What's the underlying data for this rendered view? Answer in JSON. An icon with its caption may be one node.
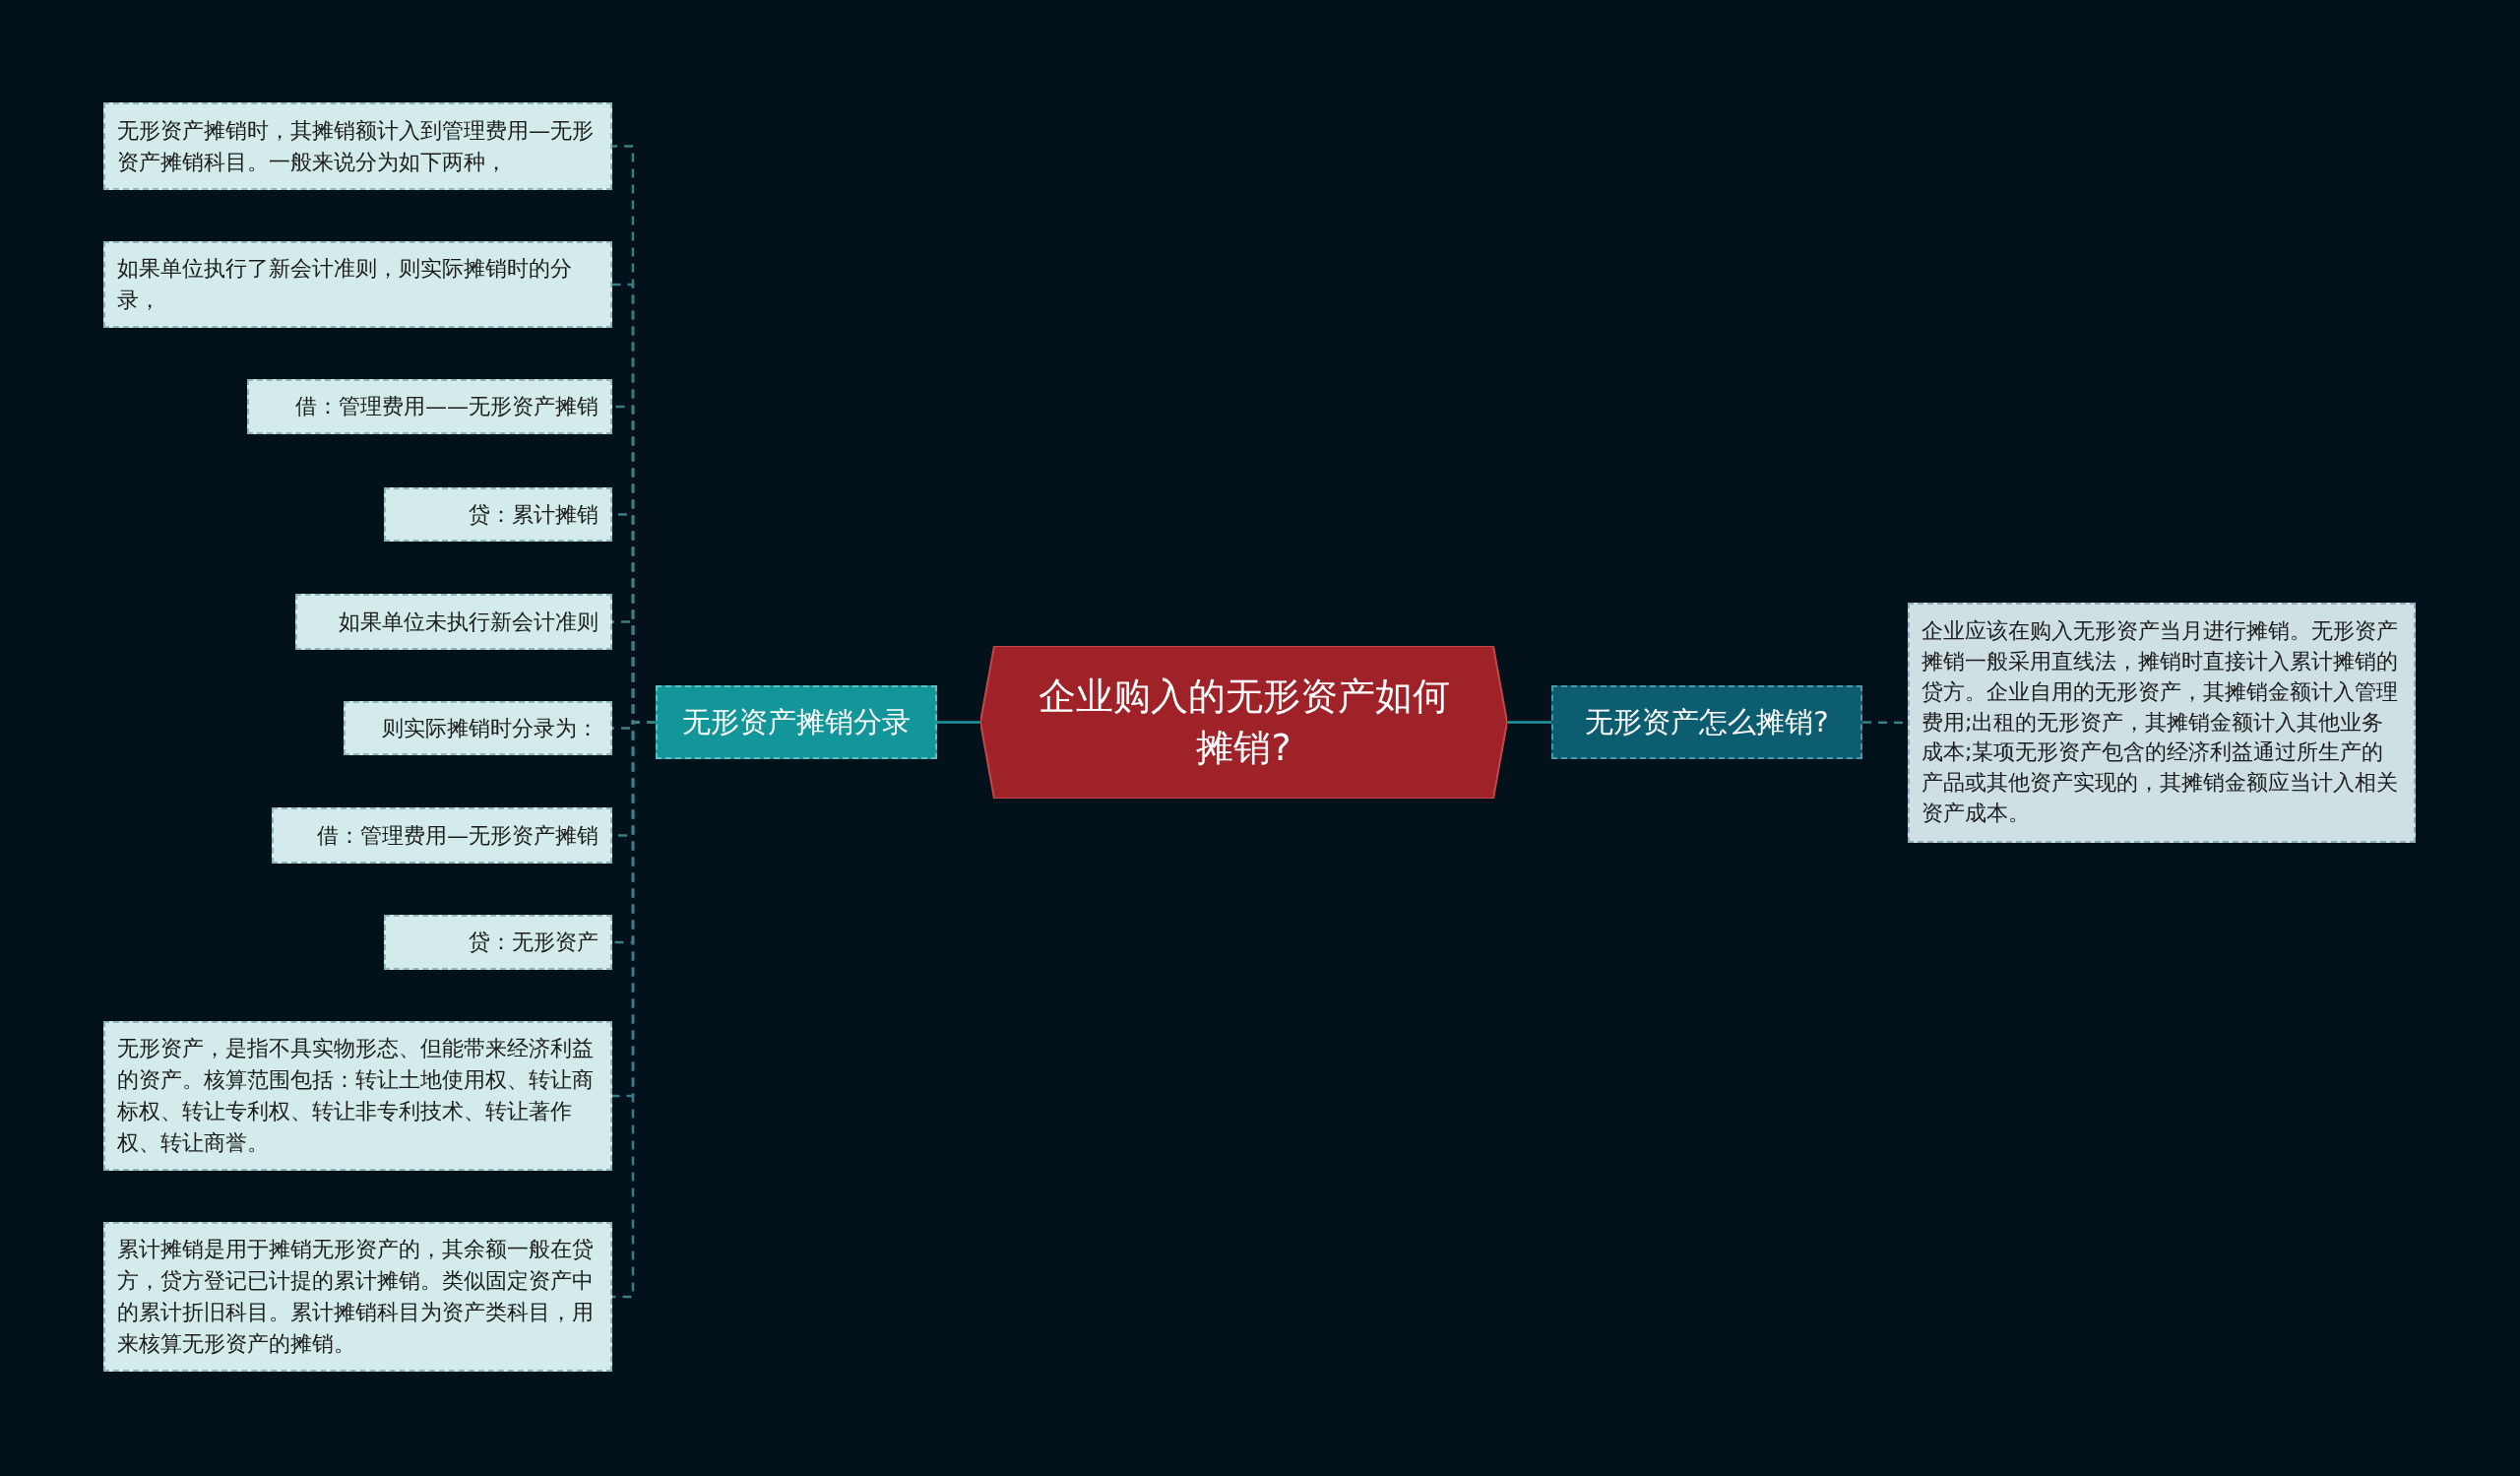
{
  "diagram": {
    "nodes": [
      {
        "text": [
          "企业购入的无形资产如何摊销?"
        ]
      },
      {
        "text": [
          "无形资产摊销分录"
        ]
      },
      {
        "text": [
          "无形资产摊销时，其摊销额计入到管理费用—无形资产摊销科目。一般来说分为如下两种，"
        ]
      },
      {
        "text": [
          "如果单位执行了新会计准则，则实际摊销时的分录，"
        ]
      },
      {
        "text": [
          "借：管理费用——无形资产摊销"
        ]
      },
      {
        "text": [
          "贷：累计摊销"
        ]
      },
      {
        "text": [
          "如果单位未执行新会计准则"
        ]
      },
      {
        "text": [
          "则实际摊销时分录为："
        ]
      },
      {
        "text": [
          "借：管理费用—无形资产摊销"
        ]
      },
      {
        "text": [
          "贷：无形资产"
        ]
      },
      {
        "text": [
          "无形资产，是指不具实物形态、但能带来经济利益的资产。核算范围包括：转让土地使用权、转让商标权、转让专利权、转让非专利技术、转让著作权、转让商誉。"
        ]
      },
      {
        "text": [
          "累计摊销是用于摊销无形资产的，其余额一般在贷方，贷方登记已计提的累计摊销。类似固定资产中的累计折旧科目。累计摊销科目为资产类科目，用来核算无形资产的摊销。"
        ]
      },
      {
        "text": [
          "无形资产怎么摊销?"
        ]
      },
      {
        "text": [
          "企业应该在购入无形资产当月进行摊销。无形资产摊销一般采用直线法，摊销时直接计入累计摊销的贷方。企业自用的无形资产，其摊销金额计入管理费用;出租的无形资产，其摊销金额计入其他业务成本;某项无形资产包含的经济利益通过所生产的产品或其他资产实现的，其摊销金额应当计入相关资产成本。"
        ]
      }
    ],
    "edges": [
      {
        "from": 0,
        "to": 1,
        "arrow": "none"
      },
      {
        "from": 1,
        "to": 2,
        "arrow": "none",
        "style": "dashed"
      },
      {
        "from": 1,
        "to": 3,
        "arrow": "none",
        "style": "dashed"
      },
      {
        "from": 1,
        "to": 4,
        "arrow": "none",
        "style": "dashed"
      },
      {
        "from": 1,
        "to": 5,
        "arrow": "none",
        "style": "dashed"
      },
      {
        "from": 1,
        "to": 6,
        "arrow": "none",
        "style": "dashed"
      },
      {
        "from": 1,
        "to": 7,
        "arrow": "none",
        "style": "dashed"
      },
      {
        "from": 1,
        "to": 8,
        "arrow": "none",
        "style": "dashed"
      },
      {
        "from": 1,
        "to": 9,
        "arrow": "none",
        "style": "dashed"
      },
      {
        "from": 1,
        "to": 10,
        "arrow": "none",
        "style": "dashed"
      },
      {
        "from": 1,
        "to": 11,
        "arrow": "none",
        "style": "dashed"
      },
      {
        "from": 0,
        "to": 12,
        "arrow": "none"
      },
      {
        "from": 12,
        "to": 13,
        "arrow": "none",
        "style": "dashed"
      }
    ]
  }
}
